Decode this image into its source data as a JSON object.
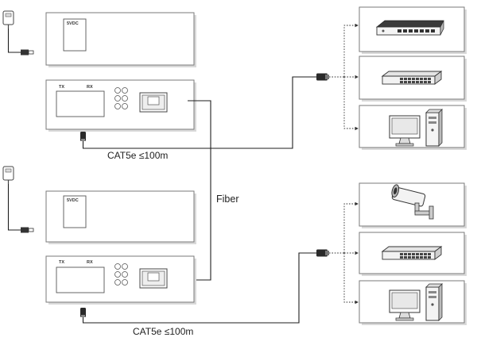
{
  "diagram": {
    "power_label": "5VDC",
    "tx_label": "TX",
    "rx_label": "RX",
    "fiber_label": "Fiber",
    "cat_top_label": "CAT5e ≤100m",
    "cat_bottom_label": "CAT5e ≤100m",
    "top_devices": [
      "router-icon",
      "network-switch-icon",
      "desktop-computer-icon"
    ],
    "bottom_devices": [
      "cctv-camera-icon",
      "network-switch-icon",
      "desktop-computer-icon"
    ]
  }
}
